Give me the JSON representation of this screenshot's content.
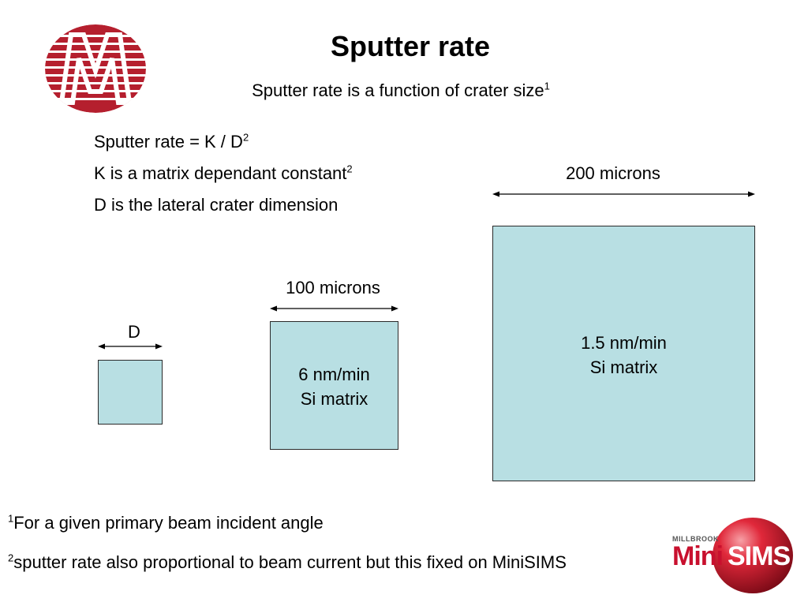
{
  "title": "Sputter rate",
  "subtitle": {
    "text": "Sputter rate is a function of crater size",
    "sup": "1"
  },
  "formula": {
    "text": "Sputter rate = K / D",
    "sup": "2"
  },
  "constant": {
    "text": "K is a matrix dependant constant",
    "sup": "2"
  },
  "dimension_note": "D is the lateral crater dimension",
  "crater_small": {
    "label": "D"
  },
  "crater_medium": {
    "label": "100 microns",
    "rate": "6 nm/min",
    "matrix": "Si matrix"
  },
  "crater_large": {
    "label": "200 microns",
    "rate": "1.5 nm/min",
    "matrix": "Si matrix"
  },
  "footnote_1": {
    "sup": "1",
    "text": "For a given primary beam incident angle"
  },
  "footnote_2": {
    "sup": "2",
    "text": "sputter rate also proportional to beam current but this fixed on MiniSIMS"
  },
  "brand": {
    "small": "MILLBROOK",
    "mini": "Mini",
    "sims": "SIMS"
  },
  "colors": {
    "logo_red": "#b51f2e",
    "crater_fill": "#b8dfe3",
    "brand_red": "#c8102e"
  },
  "icons": {
    "top_logo": "millbrook-m-logo",
    "bottom_logo": "minisims-logo"
  }
}
